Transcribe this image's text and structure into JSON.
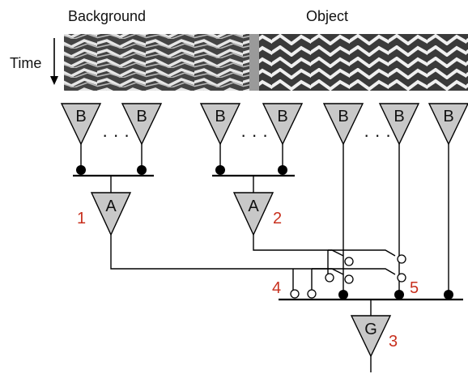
{
  "header": {
    "background_label": "Background",
    "object_label": "Object",
    "time_label": "Time"
  },
  "cells": {
    "b_label": "B",
    "a_label": "A",
    "g_label": "G"
  },
  "numbers": {
    "n1": "1",
    "n2": "2",
    "n3": "3",
    "n4": "4",
    "n5": "5"
  },
  "ellipsis": "· · ·",
  "colors": {
    "accent_red": "#c8301e",
    "cell_fill": "#c8c8c8",
    "divider_gray": "#9a9a9a"
  }
}
